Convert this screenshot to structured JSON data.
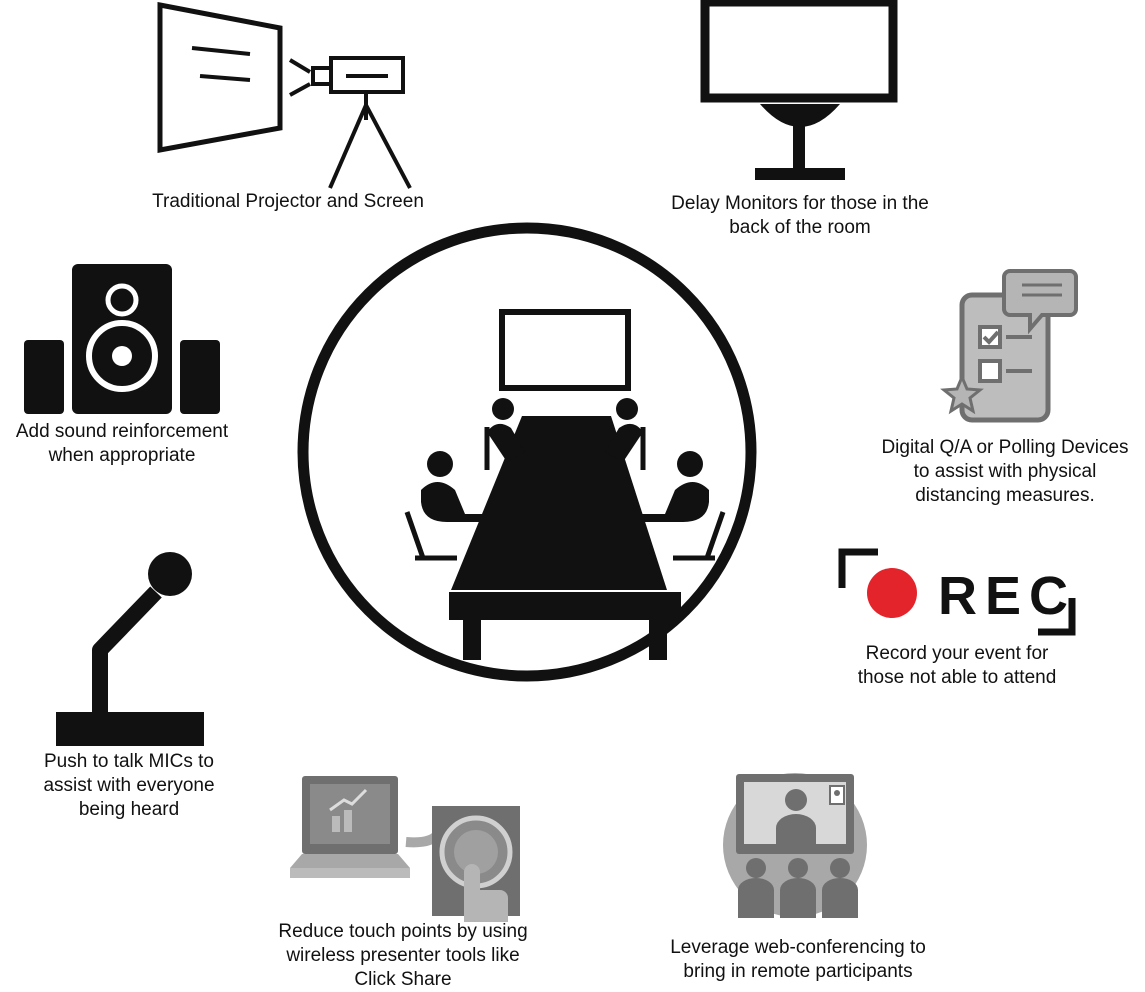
{
  "items": {
    "projector": {
      "lines": [
        "Traditional Projector and Screen"
      ]
    },
    "monitor": {
      "lines": [
        "Delay Monitors for those in the",
        "back of the room"
      ]
    },
    "polling": {
      "lines": [
        "Digital Q/A or Polling Devices",
        "to assist with physical",
        "distancing measures."
      ]
    },
    "record": {
      "lines": [
        "Record your event for",
        "those not able to attend"
      ],
      "rec_text": "REC"
    },
    "webconf": {
      "lines": [
        "Leverage web-conferencing to",
        "bring in remote participants"
      ]
    },
    "clickshare": {
      "lines": [
        "Reduce touch points by using",
        "wireless presenter tools like",
        "Click Share"
      ]
    },
    "mic": {
      "lines": [
        "Push to talk MICs to",
        "assist with everyone",
        "being heard"
      ]
    },
    "sound": {
      "lines": [
        "Add sound reinforcement",
        "when appropriate"
      ]
    }
  },
  "colors": {
    "rec_dot": "#e3242b",
    "black": "#111111",
    "gray": "#6f6f6f",
    "light_gray": "#a8a8a8"
  }
}
